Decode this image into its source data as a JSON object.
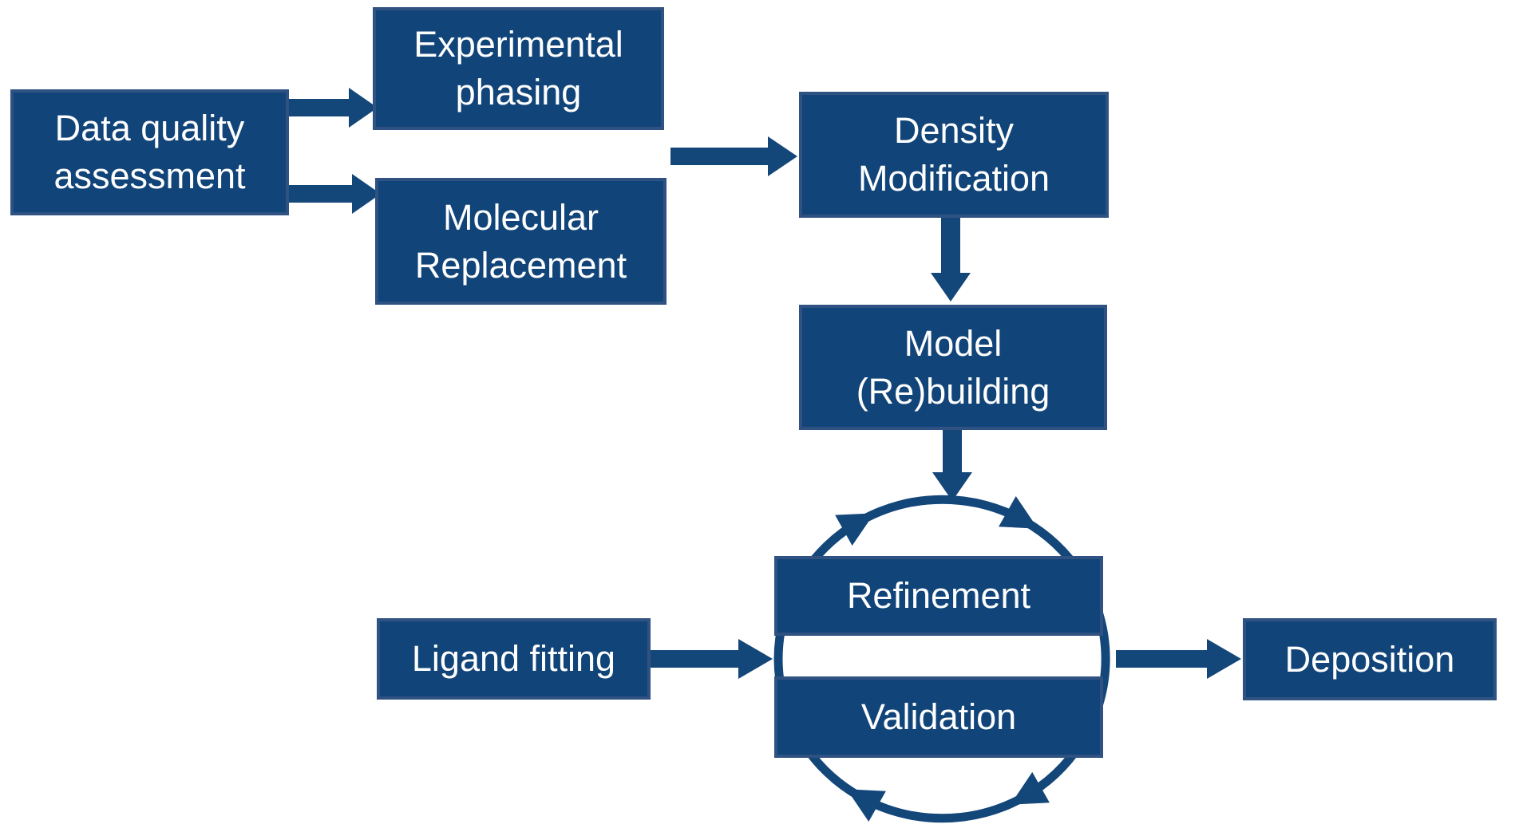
{
  "nodes": {
    "data_quality": {
      "lines": [
        "Data quality",
        "assessment"
      ]
    },
    "experimental_phasing": {
      "lines": [
        "Experimental",
        "phasing"
      ]
    },
    "molecular_replacement": {
      "lines": [
        "Molecular",
        "Replacement"
      ]
    },
    "density_modification": {
      "lines": [
        "Density",
        "Modification"
      ]
    },
    "model_rebuilding": {
      "lines": [
        "Model",
        "(Re)building"
      ]
    },
    "refinement": {
      "label": "Refinement"
    },
    "validation": {
      "label": "Validation"
    },
    "ligand_fitting": {
      "label": "Ligand fitting"
    },
    "deposition": {
      "label": "Deposition"
    }
  },
  "edges": [
    {
      "from": "data_quality",
      "to": "experimental_phasing"
    },
    {
      "from": "data_quality",
      "to": "molecular_replacement"
    },
    {
      "from": "experimental_phasing / molecular_replacement",
      "to": "density_modification"
    },
    {
      "from": "density_modification",
      "to": "model_rebuilding"
    },
    {
      "from": "model_rebuilding",
      "to": "refinement_validation_cycle"
    },
    {
      "from": "ligand_fitting",
      "to": "refinement_validation_cycle"
    },
    {
      "from": "refinement_validation_cycle",
      "to": "deposition"
    },
    {
      "from": "refinement",
      "to": "validation",
      "type": "clockwise-cycle"
    }
  ],
  "colors": {
    "node_fill": "#114478",
    "node_border": "#2F5282",
    "arrow": "#134679",
    "text": "#FFFFFF",
    "background": "#FFFFFF"
  }
}
